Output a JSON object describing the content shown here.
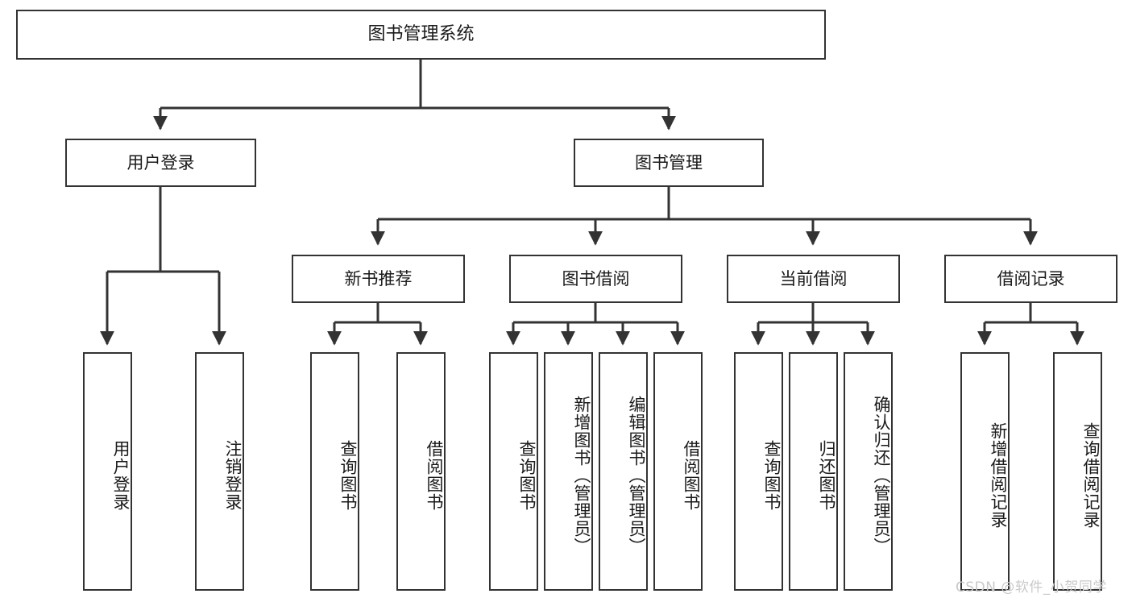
{
  "diagram": {
    "title": "图书管理系统",
    "type": "tree-hierarchy-chart",
    "stroke_color": "#333333",
    "fill_color": "#ffffff",
    "text_color": "#1a1a1a",
    "watermark": "CSDN @软件_小贺同学",
    "levels": {
      "level1": [
        "图书管理系统"
      ],
      "level2": [
        "用户登录",
        "图书管理"
      ],
      "level3": [
        "新书推荐",
        "图书借阅",
        "当前借阅",
        "借阅记录"
      ],
      "level4": [
        "用户登录",
        "注销登录",
        "查询图书",
        "借阅图书",
        "查询图书",
        "新增图书（管理员）",
        "编辑图书（管理员）",
        "借阅图书",
        "查询图书",
        "归还图书",
        "确认归还（管理员）",
        "新增借阅记录",
        "查询借阅记录"
      ]
    },
    "nodes": {
      "root": {
        "label": "图书管理系统"
      },
      "user_login": {
        "label": "用户登录"
      },
      "book_manage": {
        "label": "图书管理"
      },
      "new_book_rec": {
        "label": "新书推荐"
      },
      "book_borrow": {
        "label": "图书借阅"
      },
      "current_borrow": {
        "label": "当前借阅"
      },
      "borrow_record": {
        "label": "借阅记录"
      },
      "leaf_user_login": {
        "label": "用户登录"
      },
      "leaf_logout": {
        "label": "注销登录"
      },
      "leaf_query_book_a": {
        "label": "查询图书"
      },
      "leaf_borrow_book_a": {
        "label": "借阅图书"
      },
      "leaf_query_book_b": {
        "label": "查询图书"
      },
      "leaf_add_book": {
        "label": "新增图书（管理员）"
      },
      "leaf_edit_book": {
        "label": "编辑图书（管理员）"
      },
      "leaf_borrow_book_b": {
        "label": "借阅图书"
      },
      "leaf_query_book_c": {
        "label": "查询图书"
      },
      "leaf_return_book": {
        "label": "归还图书"
      },
      "leaf_confirm_return": {
        "label": "确认归还（管理员）"
      },
      "leaf_add_record": {
        "label": "新增借阅记录"
      },
      "leaf_query_record": {
        "label": "查询借阅记录"
      }
    }
  }
}
